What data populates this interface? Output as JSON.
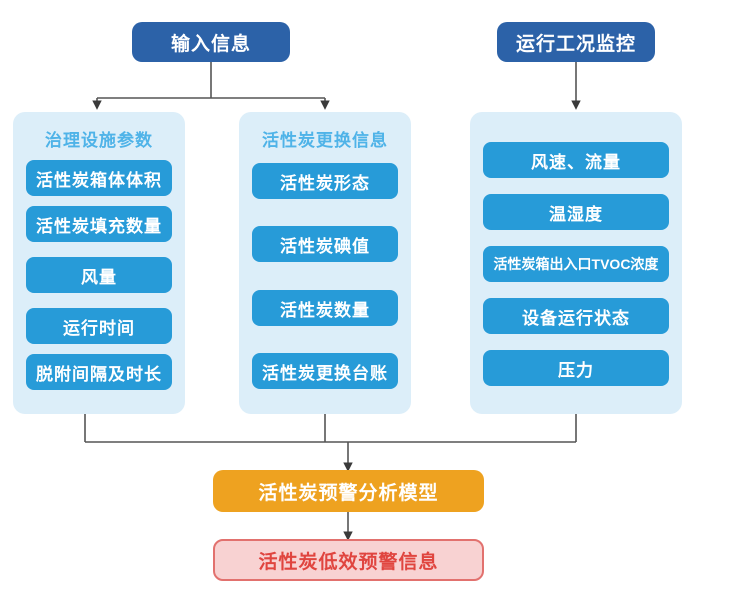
{
  "diagram": {
    "type": "flowchart",
    "title": "活性炭预警分析流程图",
    "colors": {
      "source_node": "#2C62A8",
      "panel_background": "#DCEEF9",
      "panel_title_text": "#4FB3E8",
      "chip": "#279BD8",
      "model_node": "#EEA220",
      "result_fill": "#F8D2D2",
      "result_border": "#E2716E",
      "result_text": "#E0453F",
      "connector": "#555555",
      "canvas": "#FFFFFF"
    },
    "sources": [
      {
        "id": "input-info",
        "label": "输入信息"
      },
      {
        "id": "operation-monitor",
        "label": "运行工况监控"
      }
    ],
    "groups": [
      {
        "id": "treatment-facility-parameters",
        "title": "治理设施参数",
        "items": [
          {
            "label": "活性炭箱体体积",
            "size": "normal"
          },
          {
            "label": "活性炭填充数量",
            "size": "normal"
          },
          {
            "label": "风量",
            "size": "normal"
          },
          {
            "label": "运行时间",
            "size": "normal"
          },
          {
            "label": "脱附间隔及时长",
            "size": "normal"
          }
        ]
      },
      {
        "id": "carbon-replacement-info",
        "title": "活性炭更换信息",
        "items": [
          {
            "label": "活性炭形态",
            "size": "normal"
          },
          {
            "label": "活性炭碘值",
            "size": "normal"
          },
          {
            "label": "活性炭数量",
            "size": "normal"
          },
          {
            "label": "活性炭更换台账",
            "size": "normal"
          }
        ]
      },
      {
        "id": "operating-condition-monitoring",
        "title": "",
        "items": [
          {
            "label": "风速、流量",
            "size": "normal"
          },
          {
            "label": "温湿度",
            "size": "normal"
          },
          {
            "label": "活性炭箱出入口TVOC浓度",
            "size": "small"
          },
          {
            "label": "设备运行状态",
            "size": "normal"
          },
          {
            "label": "压力",
            "size": "normal"
          }
        ]
      }
    ],
    "model": {
      "id": "warning-analysis-model",
      "label": "活性炭预警分析模型"
    },
    "result": {
      "id": "low-efficiency-warning",
      "label": "活性炭低效预警信息"
    }
  }
}
